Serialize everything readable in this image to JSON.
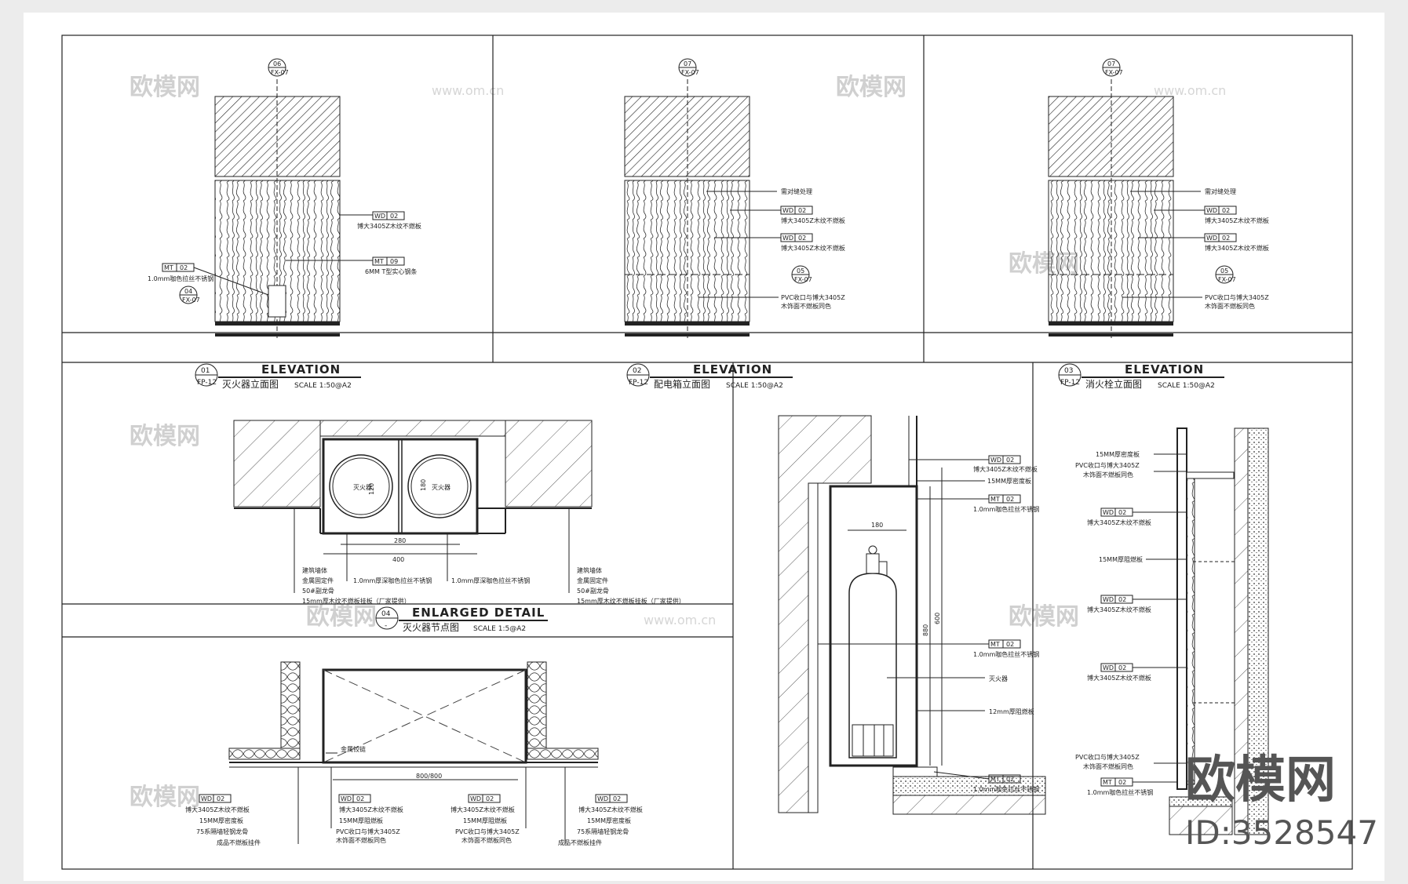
{
  "elevations": [
    {
      "num": "01",
      "sheet": "FP-12",
      "title": "ELEVATION",
      "subtitle": "灭火器立面图",
      "scale": "SCALE 1:50@A2",
      "top_marker": {
        "num": "06",
        "sheet": "FX-07"
      },
      "side_marker": {
        "num": "04",
        "sheet": "FX-07"
      },
      "callouts": [
        {
          "code": "WD",
          "num": "02",
          "text": "博大3405Z木纹不燃板"
        },
        {
          "code": "MT",
          "num": "02",
          "text": "1.0mm咖色拉丝不锈钢"
        },
        {
          "code": "MT",
          "num": "09",
          "text": "6MM T型实心钢条"
        }
      ]
    },
    {
      "num": "02",
      "sheet": "FP-12",
      "title": "ELEVATION",
      "subtitle": "配电箱立面图",
      "scale": "SCALE 1:50@A2",
      "top_marker": {
        "num": "07",
        "sheet": "FX-07"
      },
      "side_marker": {
        "num": "05",
        "sheet": "FX-07"
      },
      "notes": [
        "需对缝处理",
        "PVC收口与博大3405Z",
        "木饰面不燃板同色"
      ],
      "callouts": [
        {
          "code": "WD",
          "num": "02",
          "text": "博大3405Z木纹不燃板"
        },
        {
          "code": "WD",
          "num": "02",
          "text": "博大3405Z木纹不燃板"
        }
      ]
    },
    {
      "num": "03",
      "sheet": "FP-12",
      "title": "ELEVATION",
      "subtitle": "消火栓立面图",
      "scale": "SCALE 1:50@A2",
      "top_marker": {
        "num": "07",
        "sheet": "FX-07"
      },
      "side_marker": {
        "num": "05",
        "sheet": "FX-07"
      },
      "notes": [
        "需对缝处理",
        "PVC收口与博大3405Z",
        "木饰面不燃板同色"
      ],
      "callouts": [
        {
          "code": "WD",
          "num": "02",
          "text": "博大3405Z木纹不燃板"
        },
        {
          "code": "WD",
          "num": "02",
          "text": "博大3405Z木纹不燃板"
        }
      ]
    }
  ],
  "detail": {
    "num": "04",
    "sheet": "-",
    "title": "ENLARGED DETAIL",
    "subtitle": "灭火器节点图",
    "scale": "SCALE 1:5@A2",
    "extinguisher_label": "灭火器",
    "dims": {
      "inner": "280",
      "outer": "400",
      "height": "180",
      "circle": "120"
    },
    "left_notes": [
      "建筑墙体",
      "金属固定件",
      "50#副龙骨",
      "15mm厚木纹不燃板挂板（厂家提供）"
    ],
    "right_notes": [
      "建筑墙体",
      "金属固定件",
      "50#副龙骨",
      "15mm厚木纹不燃板挂板（厂家提供）"
    ],
    "center_notes": [
      "1.0mm厚深咖色拉丝不锈钢",
      "1.0mm厚深咖色拉丝不锈钢"
    ]
  },
  "plan": {
    "hinge": "金属铰链",
    "dim": "800/800",
    "callouts": [
      {
        "code": "WD",
        "num": "02"
      },
      {
        "code": "WD",
        "num": "02"
      },
      {
        "code": "WD",
        "num": "02"
      },
      {
        "code": "WD",
        "num": "02"
      }
    ],
    "left_notes": [
      "博大3405Z木纹不燃板",
      "15MM厚密度板",
      "75系隔墙轻钢龙骨",
      "成品不燃板挂件"
    ],
    "mid_left_notes": [
      "博大3405Z木纹不燃板",
      "15MM厚阻燃板",
      "PVC收口与博大3405Z",
      "木饰面不燃板同色"
    ],
    "mid_right_notes": [
      "博大3405Z木纹不燃板",
      "15MM厚阻燃板",
      "PVC收口与博大3405Z",
      "木饰面不燃板同色"
    ],
    "right_notes": [
      "博大3405Z木纹不燃板",
      "15MM厚密度板",
      "75系隔墙轻钢龙骨",
      "成品不燃板挂件"
    ]
  },
  "section1": {
    "callouts": [
      {
        "code": "WD",
        "num": "02",
        "text": "博大3405Z木纹不燃板"
      },
      {
        "code": "MT",
        "num": "02",
        "text": "1.0mm咖色拉丝不锈钢"
      },
      {
        "code": "MT",
        "num": "02",
        "text": "1.0mm咖色拉丝不锈钢"
      },
      {
        "code": "MT",
        "num": "02",
        "text": "1.0mm咖色拉丝不锈钢"
      }
    ],
    "notes": [
      "15MM厚密度板",
      "灭火器",
      "12mm厚阻燃板"
    ],
    "dims": {
      "width": "180",
      "h1": "880",
      "h2": "600"
    }
  },
  "section2": {
    "notes_top": [
      "15MM厚密度板",
      "PVC收口与博大3405Z",
      "木饰面不燃板同色"
    ],
    "callouts": [
      {
        "code": "WD",
        "num": "02",
        "text": "博大3405Z木纹不燃板"
      },
      {
        "code": "WD",
        "num": "02",
        "text": "博大3405Z木纹不燃板"
      },
      {
        "code": "WD",
        "num": "02",
        "text": "博大3405Z木纹不燃板"
      },
      {
        "code": "MT",
        "num": "02",
        "text": "1.0mm咖色拉丝不锈钢"
      }
    ],
    "mid_note": "15MM厚阻燃板",
    "notes_bottom": [
      "PVC收口与博大3405Z",
      "木饰面不燃板同色"
    ]
  },
  "watermark": {
    "logo": "欧模网",
    "url": "www.om.cn",
    "big_logo": "欧模网",
    "id": "ID:3528547"
  }
}
